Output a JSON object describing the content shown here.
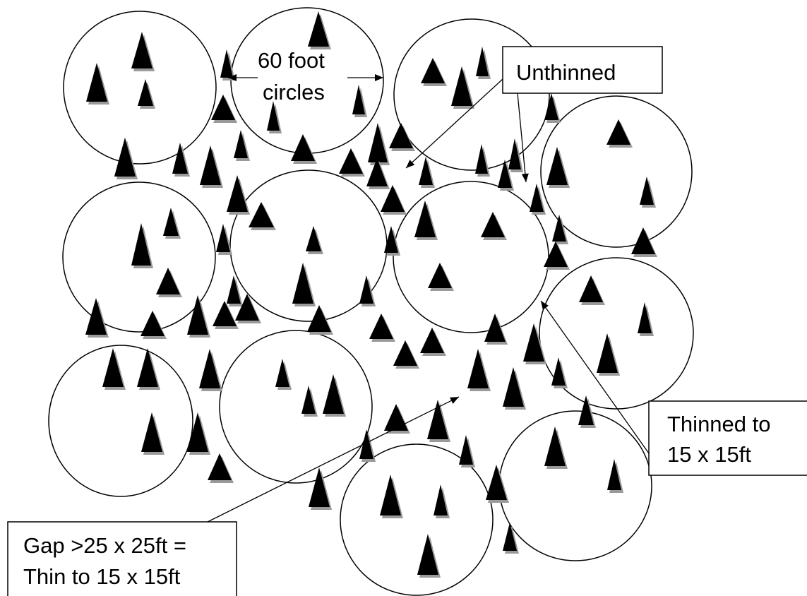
{
  "labels": {
    "circles": [
      "60 foot",
      "circles"
    ],
    "unthinned": "Unthinned",
    "thinned": [
      "Thinned to",
      "15 x 15ft"
    ],
    "gap": [
      "Gap >25 x 25ft =",
      "Thin to 15 x 15ft"
    ]
  },
  "colors": {
    "tree": "#000000",
    "tree_shadow": "#9a9a9a",
    "circle_fill": "#ffffff",
    "line": "#000000"
  },
  "icons": {
    "tree": "tree-icon",
    "arrow": "arrow-icon"
  }
}
